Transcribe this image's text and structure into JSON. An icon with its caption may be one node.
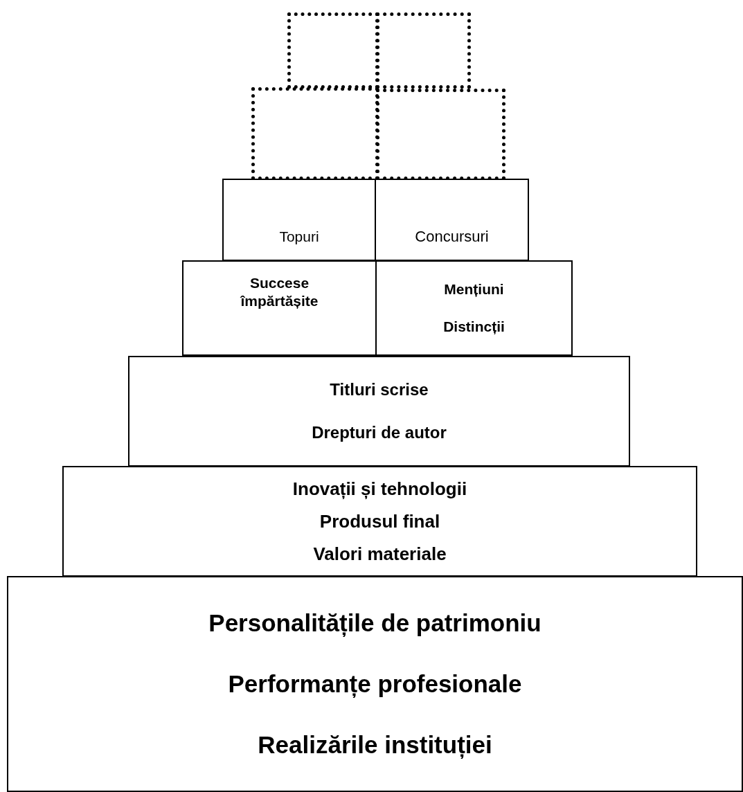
{
  "diagram": {
    "nodes": [
      {
        "text": [],
        "shape": "box"
      },
      {
        "text": [],
        "shape": "box"
      },
      {
        "text": [],
        "shape": "box"
      },
      {
        "text": [],
        "shape": "box"
      },
      {
        "text": [
          "Topuri"
        ]
      },
      {
        "text": [
          "Concursuri"
        ]
      },
      {
        "text": [
          "Succese împărtășite"
        ]
      },
      {
        "text": [
          "Mențiuni",
          "Distincții"
        ]
      },
      {
        "text": [
          "Titluri scrise",
          "Drepturi de autor"
        ]
      },
      {
        "text": [
          "Inovații și tehnologii",
          "Produsul final",
          "Valori materiale"
        ]
      },
      {
        "text": [
          "Personalitățile de patrimoniu",
          "Performanțe profesionale",
          "Realizările instituției"
        ]
      }
    ]
  }
}
